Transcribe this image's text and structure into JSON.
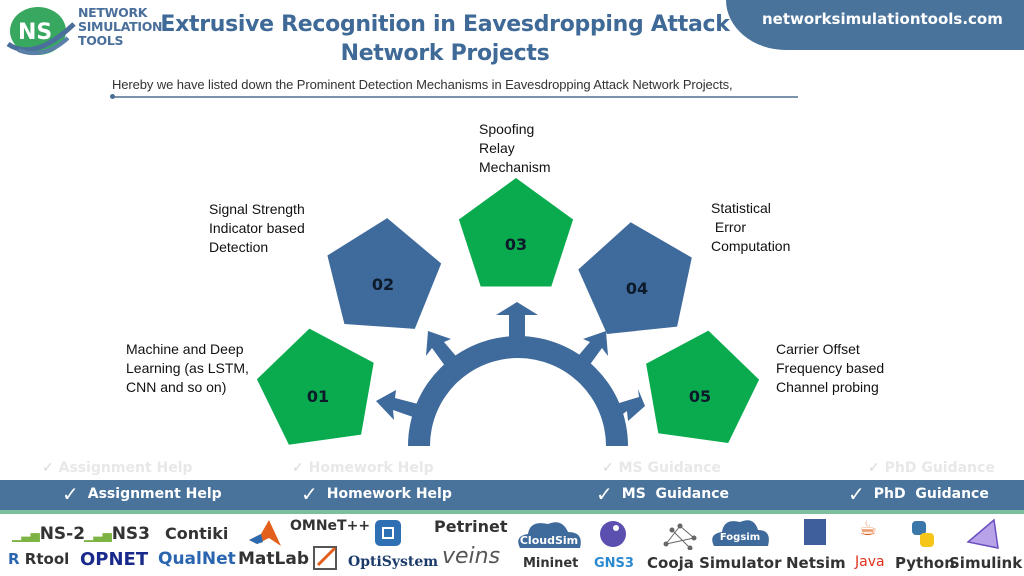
{
  "brand": {
    "logo_initials": "NS",
    "logo_lines": [
      "NETWORK",
      "SIMULATION",
      "TOOLS"
    ],
    "website": "networksimulationtools.com",
    "colors": {
      "primary_blue": "#4a739b",
      "title_blue": "#3f6a97",
      "green": "#0aab4f",
      "pentagon_blue": "#3f6a9c",
      "accent_strip": "#7cbf9c"
    }
  },
  "header": {
    "title_line1": "Extrusive Recognition in Eavesdropping Attack",
    "title_line2": "Network Projects",
    "subtitle": "Hereby we have listed down the Prominent Detection Mechanisms in Eavesdropping Attack Network Projects,"
  },
  "diagram": {
    "center_icon": "semicircle-with-five-arrows-icon",
    "items": [
      {
        "number": "01",
        "color": "green",
        "label": "Machine and Deep\nLearning (as LSTM,\nCNN and so on)"
      },
      {
        "number": "02",
        "color": "blue",
        "label": "Signal Strength\nIndicator based\nDetection"
      },
      {
        "number": "03",
        "color": "green",
        "label": "Spoofing\nRelay\nMechanism"
      },
      {
        "number": "04",
        "color": "blue",
        "label": "Statistical\n Error\nComputation"
      },
      {
        "number": "05",
        "color": "green",
        "label": "Carrier Offset\nFrequency based\nChannel probing"
      }
    ]
  },
  "services": {
    "check_icon": "✓",
    "items": [
      "Assignment Help",
      "Homework Help",
      "MS  Guidance",
      "PhD  Guidance"
    ]
  },
  "tools": {
    "row1": [
      "NS-2",
      "NS3",
      "Contiki",
      "OMNeT++",
      "Petrinet",
      "CloudSim",
      "Fogsim"
    ],
    "row2": [
      "Rtool",
      "OPNET",
      "QualNet",
      "MatLab",
      "OptiSystem",
      "veins",
      "Mininet",
      "GNS3",
      "Cooja Simulator",
      "Netsim",
      "Java",
      "Python",
      "Simulink"
    ]
  }
}
